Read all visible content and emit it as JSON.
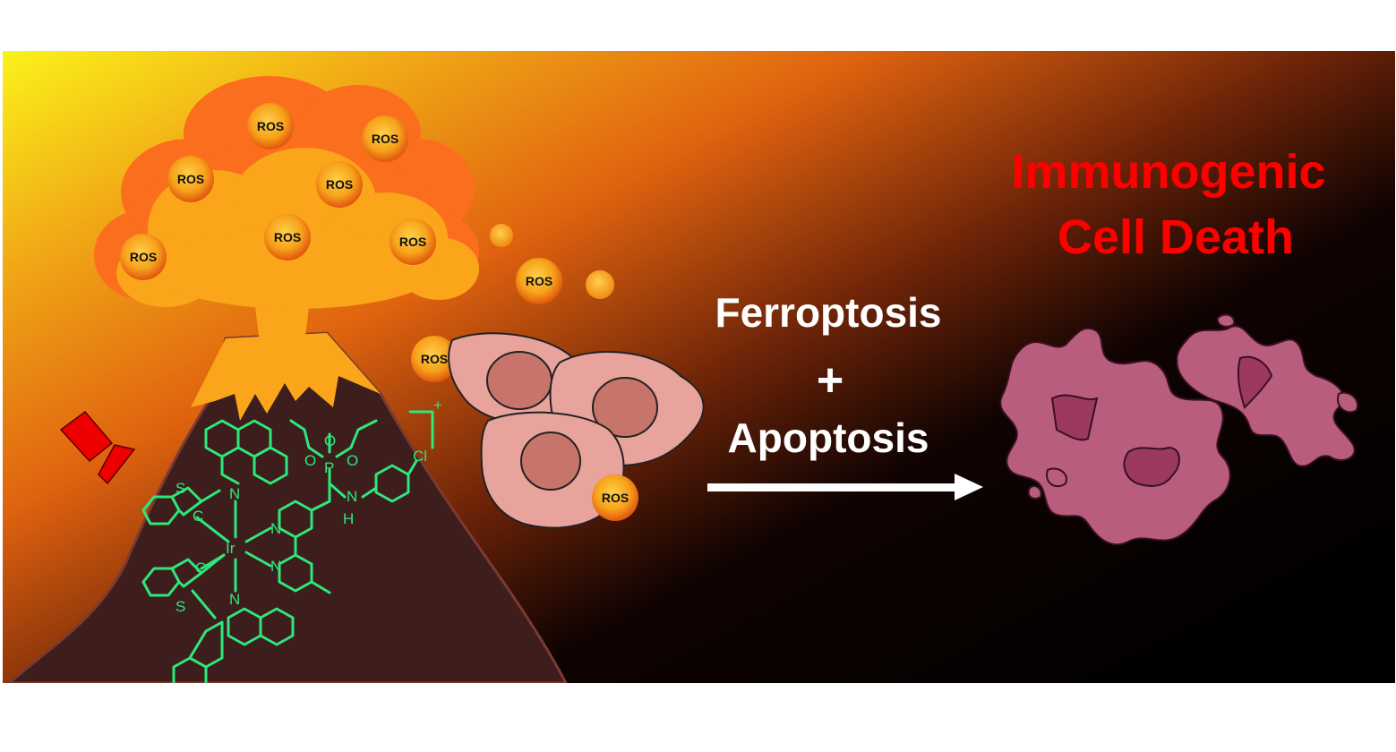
{
  "colors": {
    "accent_title": "#ff0000",
    "molecule": "#2ee87a",
    "ros_bubble": "#f7a21b",
    "volcano": "#3e1d1d",
    "dead_cell": "#b85d7d"
  },
  "ros_label": "ROS",
  "process": {
    "line1": "Ferroptosis",
    "plus": "+",
    "line2": "Apoptosis"
  },
  "outcome": {
    "line1": "Immunogenic",
    "line2": "Cell Death"
  },
  "molecule": {
    "atoms": {
      "iridium": "Ir",
      "nitrogen": "N",
      "carbon": "C",
      "sulfur": "S",
      "phosphorus": "P",
      "oxygen": "O",
      "chlorine": "Cl",
      "hydrogen": "H",
      "charge": "+"
    }
  },
  "icons": {
    "arrow": "right-arrow-icon",
    "light": "red-light-icon"
  }
}
